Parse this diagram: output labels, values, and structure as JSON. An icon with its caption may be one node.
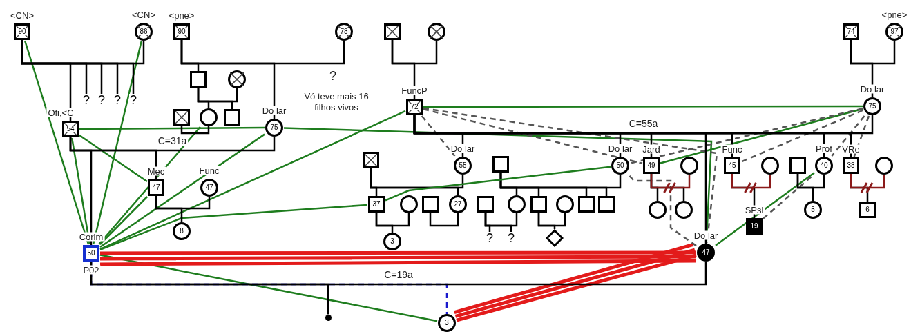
{
  "diagram": {
    "nodes": [
      {
        "text": [
          "90"
        ],
        "beside": [
          "<CN>"
        ]
      },
      {
        "text": [
          "86"
        ],
        "beside": [
          "<CN>"
        ]
      },
      {
        "text": [
          "90"
        ],
        "beside": [
          "<pne>"
        ]
      },
      {
        "text": [
          "78"
        ]
      },
      {
        "text": [],
        "shape": "box"
      },
      {
        "text": [],
        "shape": "circle"
      },
      {
        "text": [
          "74"
        ]
      },
      {
        "text": [
          "97"
        ],
        "beside": [
          "<pne>"
        ]
      },
      {
        "text": [],
        "shape": "box"
      },
      {
        "text": [],
        "shape": "circle"
      },
      {
        "text": [
          "?"
        ]
      },
      {
        "text": [
          "?"
        ]
      },
      {
        "text": [
          "?"
        ]
      },
      {
        "text": [
          "?"
        ]
      },
      {
        "text": [
          "72"
        ],
        "beside": [
          "FuncP"
        ]
      },
      {
        "text": [
          "75"
        ],
        "beside": [
          "Do lar"
        ]
      },
      {
        "text": [],
        "shape": "box"
      },
      {
        "text": [],
        "shape": "circle"
      },
      {
        "text": [],
        "shape": "box"
      },
      {
        "text": [
          "75"
        ],
        "beside": [
          "Do lar"
        ]
      },
      {
        "text": [
          "54"
        ],
        "beside": [
          "Ofi,<C"
        ]
      },
      {
        "text": [],
        "shape": "box"
      },
      {
        "text": [
          "55"
        ],
        "beside": [
          "Do lar"
        ]
      },
      {
        "text": [],
        "shape": "box"
      },
      {
        "text": [
          "50"
        ],
        "beside": [
          "Do lar"
        ]
      },
      {
        "text": [
          "49"
        ],
        "beside": [
          "Jard"
        ]
      },
      {
        "text": [],
        "shape": "circle"
      },
      {
        "text": [
          "45"
        ],
        "beside": [
          "Func"
        ]
      },
      {
        "text": [],
        "shape": "circle"
      },
      {
        "text": [],
        "shape": "box"
      },
      {
        "text": [
          "40"
        ],
        "beside": [
          "Prof"
        ]
      },
      {
        "text": [
          "38"
        ],
        "beside": [
          "VRe"
        ]
      },
      {
        "text": [],
        "shape": "circle"
      },
      {
        "text": [
          "47"
        ],
        "beside": [
          "Mec"
        ]
      },
      {
        "text": [
          "47"
        ],
        "beside": [
          "Func"
        ]
      },
      {
        "text": [
          "37"
        ]
      },
      {
        "text": [],
        "shape": "circle"
      },
      {
        "text": [],
        "shape": "box"
      },
      {
        "text": [
          "27"
        ]
      },
      {
        "text": [],
        "shape": "box"
      },
      {
        "text": [],
        "shape": "circle"
      },
      {
        "text": [],
        "shape": "box"
      },
      {
        "text": [],
        "shape": "circle"
      },
      {
        "text": [],
        "shape": "box"
      },
      {
        "text": [],
        "shape": "box"
      },
      {
        "text": [],
        "shape": "circle"
      },
      {
        "text": [],
        "shape": "circle"
      },
      {
        "text": [
          "5"
        ]
      },
      {
        "text": [
          "6"
        ]
      },
      {
        "text": [
          "19"
        ],
        "beside": [
          "SPsi"
        ]
      },
      {
        "text": [
          "8"
        ]
      },
      {
        "text": [
          "?"
        ]
      },
      {
        "text": [
          "?"
        ]
      },
      {
        "text": [
          "3"
        ]
      },
      {
        "text": [],
        "shape": "diamond"
      },
      {
        "text": [
          "50"
        ],
        "beside": [
          "Corlm",
          "P02"
        ]
      },
      {
        "text": [
          "47"
        ],
        "beside": [
          "Do lar"
        ]
      },
      {
        "text": [],
        "shape": "dot"
      },
      {
        "text": [
          "3"
        ]
      }
    ],
    "edges": [
      {
        "from": 55,
        "to": 0,
        "arrow": "none",
        "color": "#1e7d1e"
      },
      {
        "from": 55,
        "to": 1,
        "arrow": "none",
        "color": "#1e7d1e"
      },
      {
        "from": 55,
        "to": 20,
        "arrow": "none",
        "color": "#1e7d1e"
      },
      {
        "from": 55,
        "to": 33,
        "arrow": "none",
        "color": "#1e7d1e"
      },
      {
        "from": 55,
        "to": 17,
        "arrow": "none",
        "color": "#1e7d1e"
      },
      {
        "from": 55,
        "to": 19,
        "arrow": "none",
        "color": "#1e7d1e"
      },
      {
        "from": 55,
        "to": 14,
        "arrow": "none",
        "color": "#1e7d1e"
      },
      {
        "from": 55,
        "to": 35,
        "arrow": "none",
        "color": "#1e7d1e"
      },
      {
        "from": 55,
        "to": 58,
        "arrow": "none",
        "color": "#1e7d1e"
      },
      {
        "from": 20,
        "to": 19,
        "arrow": "none",
        "color": "#1e7d1e"
      },
      {
        "from": 20,
        "to": 33,
        "arrow": "none",
        "color": "#1e7d1e"
      },
      {
        "from": 14,
        "to": 15,
        "arrow": "none",
        "color": "#1e7d1e"
      },
      {
        "from": 19,
        "to": 56,
        "arrow": "none",
        "color": "#1e7d1e"
      },
      {
        "from": 25,
        "to": 15,
        "arrow": "none",
        "color": "#1e7d1e"
      },
      {
        "from": 56,
        "to": 30,
        "arrow": "none",
        "color": "#1e7d1e"
      },
      {
        "from": 55,
        "to": 56,
        "arrow": "none",
        "style": "thick",
        "color": "#e31b1b"
      },
      {
        "from": 56,
        "to": 58,
        "arrow": "none",
        "style": "thick",
        "color": "#e31b1b"
      },
      {
        "from": 14,
        "to": 22,
        "arrow": "none",
        "style": "dashed",
        "color": "#555555"
      },
      {
        "from": 14,
        "to": 25,
        "arrow": "none",
        "style": "dashed",
        "color": "#555555"
      },
      {
        "from": 14,
        "to": 56,
        "arrow": "none",
        "style": "dashed",
        "color": "#555555"
      },
      {
        "from": 15,
        "to": 24,
        "arrow": "none",
        "style": "dashed",
        "color": "#555555"
      },
      {
        "from": 15,
        "to": 27,
        "arrow": "none",
        "style": "dashed",
        "color": "#555555"
      },
      {
        "from": 15,
        "to": 30,
        "arrow": "none",
        "style": "dashed",
        "color": "#555555"
      },
      {
        "from": 15,
        "to": 31,
        "arrow": "none",
        "style": "dashed",
        "color": "#555555"
      },
      {
        "from": 49,
        "to": 30,
        "arrow": "none",
        "style": "dashed",
        "color": "#555555"
      },
      {
        "from": 56,
        "to": 24,
        "arrow": "none",
        "style": "dashed",
        "color": "#555555"
      },
      {
        "from": 0,
        "to": 20,
        "arrow": "none"
      },
      {
        "from": 0,
        "to": 10,
        "arrow": "none"
      },
      {
        "from": 0,
        "to": 11,
        "arrow": "none"
      },
      {
        "from": 0,
        "to": 12,
        "arrow": "none"
      },
      {
        "from": 0,
        "to": 13,
        "arrow": "none"
      },
      {
        "from": 2,
        "to": 8,
        "arrow": "none"
      },
      {
        "from": 2,
        "to": 19,
        "arrow": "none"
      },
      {
        "from": 4,
        "to": 14,
        "arrow": "none"
      },
      {
        "from": 6,
        "to": 15,
        "arrow": "none"
      },
      {
        "from": 8,
        "to": 17,
        "arrow": "none"
      },
      {
        "from": 8,
        "to": 18,
        "arrow": "none"
      },
      {
        "from": 14,
        "to": 22,
        "arrow": "none"
      },
      {
        "from": 14,
        "to": 24,
        "arrow": "none"
      },
      {
        "from": 14,
        "to": 25,
        "arrow": "none"
      },
      {
        "from": 14,
        "to": 56,
        "arrow": "none"
      },
      {
        "from": 14,
        "to": 27,
        "arrow": "none"
      },
      {
        "from": 14,
        "to": 30,
        "arrow": "none"
      },
      {
        "from": 14,
        "to": 31,
        "arrow": "none"
      },
      {
        "from": 21,
        "to": 35,
        "arrow": "none"
      },
      {
        "from": 21,
        "to": 38,
        "arrow": "none"
      },
      {
        "from": 23,
        "to": 40,
        "arrow": "none"
      },
      {
        "from": 23,
        "to": 41,
        "arrow": "none"
      },
      {
        "from": 23,
        "to": 43,
        "arrow": "none"
      },
      {
        "from": 23,
        "to": 44,
        "arrow": "none"
      },
      {
        "from": 25,
        "to": 45,
        "arrow": "none"
      },
      {
        "from": 25,
        "to": 46,
        "arrow": "none"
      },
      {
        "from": 27,
        "to": 49,
        "arrow": "none"
      },
      {
        "from": 29,
        "to": 47,
        "arrow": "none"
      },
      {
        "from": 31,
        "to": 48,
        "arrow": "none"
      },
      {
        "from": 33,
        "to": 50,
        "arrow": "none"
      },
      {
        "from": 35,
        "to": 53,
        "arrow": "none"
      },
      {
        "from": 39,
        "to": 51,
        "arrow": "none"
      },
      {
        "from": 39,
        "to": 52,
        "arrow": "none"
      },
      {
        "from": 41,
        "to": 54,
        "arrow": "none"
      },
      {
        "from": 20,
        "to": 55,
        "arrow": "none"
      },
      {
        "from": 20,
        "to": 33,
        "arrow": "none"
      },
      {
        "from": 55,
        "to": 57,
        "arrow": "none"
      },
      {
        "from": 55,
        "to": 58,
        "arrow": "none",
        "style": "dashed",
        "color": "#1a1acc"
      },
      {
        "from": 0,
        "to": 1,
        "arrow": "none"
      },
      {
        "from": 2,
        "to": 3,
        "arrow": "none"
      },
      {
        "from": 4,
        "to": 5,
        "arrow": "none"
      },
      {
        "from": 6,
        "to": 7,
        "arrow": "none"
      },
      {
        "from": 8,
        "to": 9,
        "arrow": "none"
      },
      {
        "from": 16,
        "to": 17,
        "arrow": "none"
      },
      {
        "from": 20,
        "to": 19,
        "arrow": "none",
        "label": "C=31a"
      },
      {
        "from": 14,
        "to": 15,
        "arrow": "none",
        "label": "C=55a"
      },
      {
        "from": 21,
        "to": 22,
        "arrow": "none"
      },
      {
        "from": 23,
        "to": 24,
        "arrow": "none"
      },
      {
        "from": 25,
        "to": 26,
        "arrow": "none",
        "color": "#8b1a1a"
      },
      {
        "from": 27,
        "to": 28,
        "arrow": "none",
        "color": "#8b1a1a"
      },
      {
        "from": 29,
        "to": 30,
        "arrow": "none"
      },
      {
        "from": 31,
        "to": 32,
        "arrow": "none",
        "color": "#8b1a1a"
      },
      {
        "from": 33,
        "to": 34,
        "arrow": "none"
      },
      {
        "from": 35,
        "to": 36,
        "arrow": "none"
      },
      {
        "from": 37,
        "to": 38,
        "arrow": "none"
      },
      {
        "from": 39,
        "to": 40,
        "arrow": "none"
      },
      {
        "from": 41,
        "to": 42,
        "arrow": "none"
      },
      {
        "from": 55,
        "to": 56,
        "arrow": "none",
        "label": "C=19a"
      },
      {
        "from": 35,
        "to": 24,
        "arrow": "none",
        "color": "#1e7d1e"
      }
    ],
    "labels": [
      "?",
      "Vó teve mais 16 filhos vivos"
    ]
  }
}
